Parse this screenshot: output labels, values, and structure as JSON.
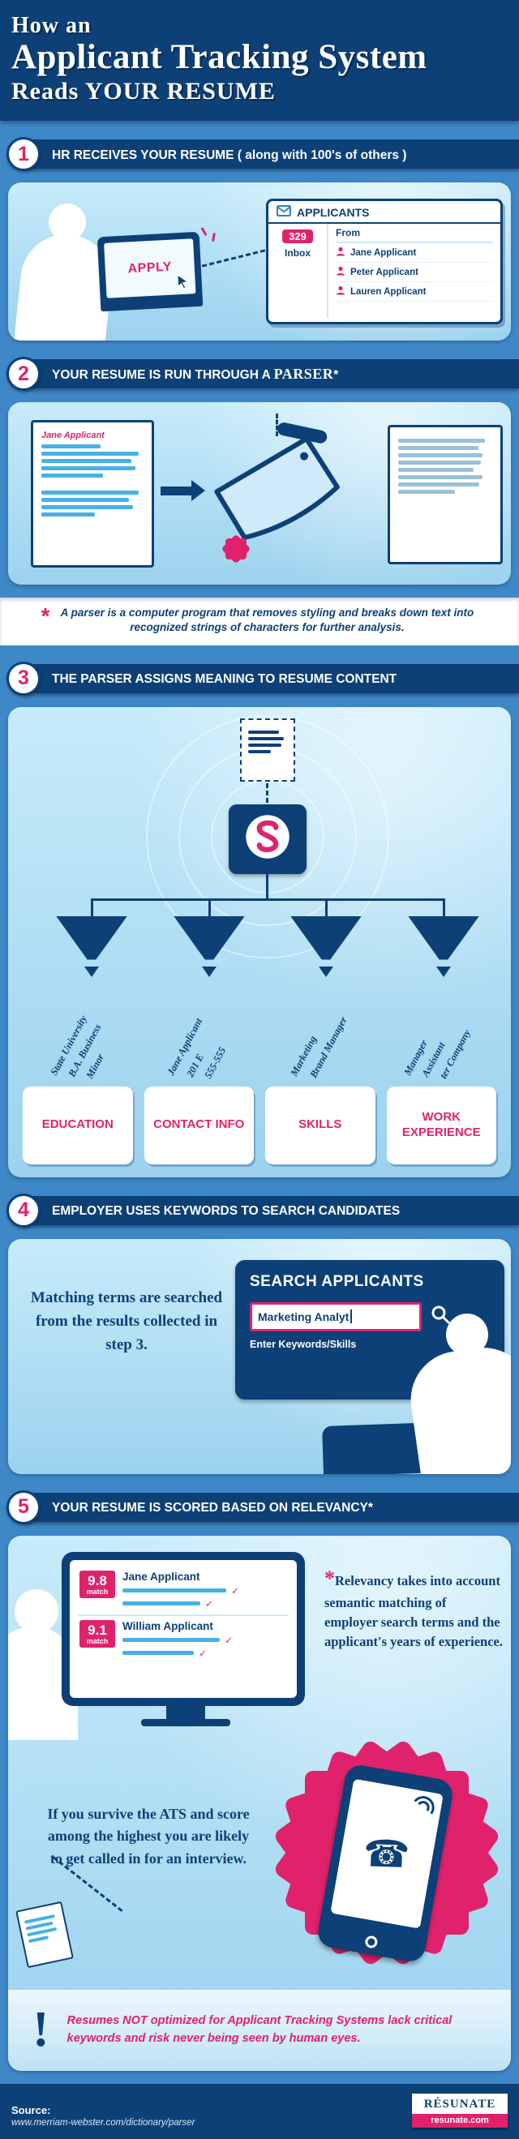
{
  "title": {
    "line1": "How an",
    "line2": "Applicant Tracking System",
    "line3_prefix": "Reads ",
    "line3_highlight": "YOUR RESUME"
  },
  "steps": [
    {
      "num": "1",
      "pre": "HR RECEIVES YOUR RESUME ( along with 100's of others )",
      "em": "",
      "post": ""
    },
    {
      "num": "2",
      "pre": "YOUR RESUME IS RUN THROUGH A ",
      "em": "PARSER",
      "post": "*"
    },
    {
      "num": "3",
      "pre": "THE PARSER ASSIGNS MEANING TO RESUME CONTENT",
      "em": "",
      "post": ""
    },
    {
      "num": "4",
      "pre": "EMPLOYER USES KEYWORDS TO SEARCH CANDIDATES",
      "em": "",
      "post": ""
    },
    {
      "num": "5",
      "pre": "YOUR RESUME IS SCORED BASED ON RELEVANCY",
      "em": "",
      "post": "*"
    }
  ],
  "inbox_scene": {
    "apply_label": "APPLY",
    "window_title": "APPLICANTS",
    "unread_count": "329",
    "inbox_label": "Inbox",
    "from_label": "From",
    "applicants": [
      "Jane Applicant",
      "Peter Applicant",
      "Lauren Applicant"
    ]
  },
  "parser_scene": {
    "resume_name": "Jane Applicant",
    "footnote_asterisk": "*",
    "footnote": "A parser is a computer program that removes styling and breaks down text into recognized strings of characters for further analysis."
  },
  "meaning_scene": {
    "fragments": [
      "State University",
      "B.A. Business",
      "Minor",
      "Jane Applicant",
      "201 E",
      "555-555",
      "Marketing",
      "Brand Manager",
      "Manager",
      "Assistant",
      "ter Company"
    ],
    "categories": [
      "EDUCATION",
      "CONTACT INFO",
      "SKILLS",
      "WORK EXPERIENCE"
    ]
  },
  "search_scene": {
    "caption": "Matching terms are searched from the results collected in step 3.",
    "panel_title": "SEARCH APPLICANTS",
    "query_value": "Marketing Analyt",
    "input_hint": "Enter Keywords/Skills"
  },
  "scoring_scene": {
    "results": [
      {
        "score": "9.8",
        "match_label": "match",
        "name": "Jane Applicant"
      },
      {
        "score": "9.1",
        "match_label": "match",
        "name": "William Applicant"
      }
    ],
    "footnote_asterisk": "*",
    "footnote": "Relevancy takes into account semantic matching of employer search terms and the applicant's years of experience.",
    "phone_caption": "If you survive the ATS and score among the highest you are likely to get called in for an interview."
  },
  "warning": {
    "exclamation": "!",
    "prefix": "Resumes ",
    "bold": "NOT",
    "suffix": " optimized for Applicant Tracking Systems lack critical keywords and risk never being seen by human eyes."
  },
  "footer": {
    "source_label": "Source:",
    "source_url": "www.merriam-webster.com/dictionary/parser",
    "brand": "RÉSUNATE",
    "brand_domain": "resunate.com"
  },
  "colors": {
    "navy": "#0d4077",
    "medium_blue": "#3e88c8",
    "panel_blue": "#b9e3f6",
    "pink": "#e0226c",
    "cyan_line": "#45b1e6"
  }
}
